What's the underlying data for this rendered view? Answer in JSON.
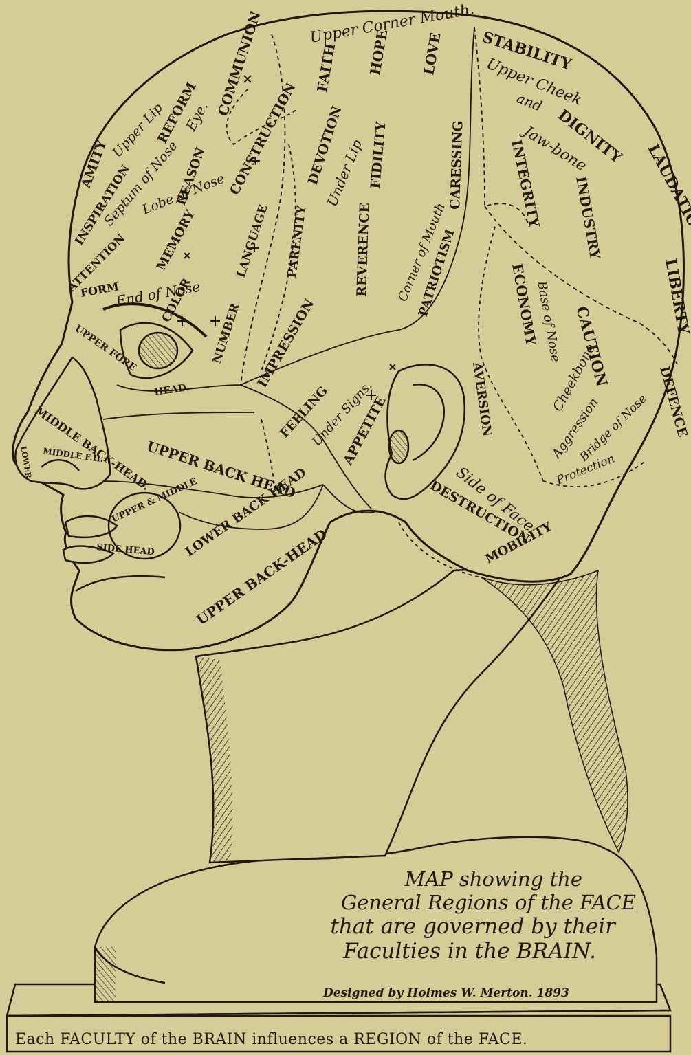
{
  "regions": {
    "upper_corner_mouth": "Upper Corner Mouth.",
    "stability": "STABILITY",
    "upper_cheek": "Upper Cheek",
    "and": "and",
    "dignity": "DIGNITY",
    "jawbone": "Jaw-bone",
    "laudation": "LAUDATION",
    "liberty": "LIBERTY",
    "integrity": "INTEGRITY",
    "industry": "INDUSTRY",
    "love": "LOVE",
    "hope": "HOPE",
    "faith": "FAITH",
    "communion": "COMMUNION",
    "reform": "REFORM",
    "eye": "Eye.",
    "upper_lip": "Upper Lip",
    "amity": "AMITY",
    "inspiration": "INSPIRATION",
    "septum_of_nose": "Septum of Nose",
    "reason": "REASON",
    "lobe_of_nose": "Lobe of Nose",
    "construction": "CONSTRUCTION",
    "devotion": "DEVOTION",
    "under_lip": "Under Lip",
    "fidility": "FIDILITY",
    "caressing": "CARESSING",
    "corner_of_mouth": "Corner of Mouth",
    "patriotism": "PATRIOTISM",
    "reverence": "REVERENCE",
    "parenity": "PARENITY",
    "language": "LANGUAGE",
    "memory": "MEMORY",
    "attention": "ATTENTION",
    "form": "FORM",
    "end_of_nose": "End of Nose",
    "color": "COLOR",
    "number": "NUMBER",
    "impression": "IMPRESSION",
    "economy": "ECONOMY",
    "base_of_nose": "Base of Nose",
    "caution": "CAUTION",
    "cheekbone": "Cheekbone",
    "defence": "DEFENCE",
    "aggression": "Aggression",
    "bridge_of_nose": "Bridge of Nose",
    "protection": "Protection",
    "aversion": "AVERSION",
    "feeling": "FEELING",
    "under_signs": "Under Signs.",
    "appetite": "APPETITE",
    "side_of_face": "Side of Face",
    "destruction": "DESTRUCTION",
    "mobility": "MOBILITY",
    "upper_fore": "UPPER FORE",
    "head": "HEAD.",
    "middle_back_head": "MIDDLE BACK-HEAD.",
    "middle_fh": "MIDDLE F.H.",
    "lower": "LOWER",
    "upper_back_head_cheek": "UPPER BACK HEAD",
    "lower_back_head": "LOWER BACK HEAD",
    "upper_middle": "UPPER & MIDDLE",
    "side_head": "SIDE HEAD",
    "upper_back_head_jaw": "UPPER BACK-HEAD"
  },
  "map_caption": {
    "line1": "MAP showing the",
    "line2": "General Regions of the FACE",
    "line3": "that are governed by their",
    "line4": "Faculties in the BRAIN."
  },
  "designer": "Designed by Holmes W. Merton. 1893",
  "footer": "Each FACULTY of the BRAIN influences a REGION of the FACE.",
  "colors": {
    "paper": "#d6cc98",
    "ink": "#201a10"
  }
}
